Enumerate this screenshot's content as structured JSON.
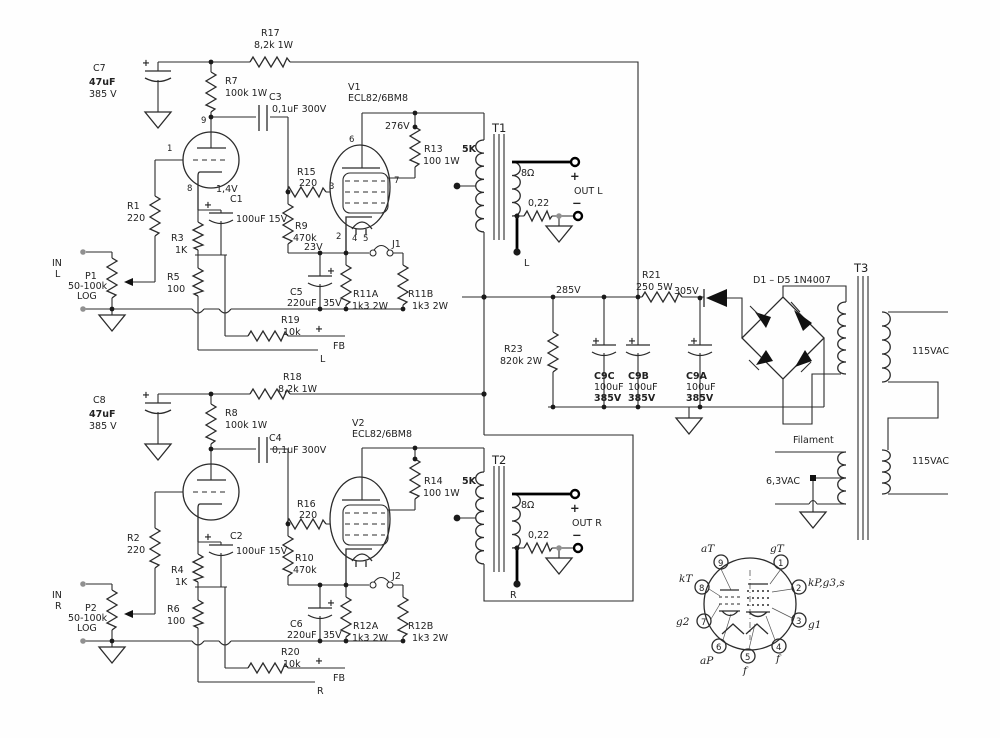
{
  "sym": {
    "plus": "+",
    "minus": "−"
  },
  "digits": {
    "d1": "1",
    "d2": "2",
    "d3": "3",
    "d4": "4",
    "d5": "5",
    "d6": "6",
    "d7": "7",
    "d8": "8",
    "d9": "9"
  },
  "upper": {
    "c7": "C7",
    "c7_val": "47uF",
    "c7_v": "385 V",
    "r7": "R7",
    "r7_val": "100k 1W",
    "r17": "R17",
    "r17_val": "8,2k 1W",
    "c3": "C3",
    "c3_val": "0,1uF 300V",
    "tube": "V1",
    "tube_type": "ECL82/6BM8",
    "anode_v": "276V",
    "bias_v": "1,4V",
    "cath_v": "23V",
    "r13": "R13",
    "r13_val": "100 1W",
    "c1": "C1",
    "c1_val": "100uF 15V",
    "r1": "R1",
    "r1_val": "220",
    "r3": "R3",
    "r3_val": "1K",
    "r5": "R5",
    "r5_val": "100",
    "in_label": "IN",
    "in_ch": "L",
    "pot": "P1",
    "pot_val": "50-100k",
    "pot_taper": "LOG",
    "r19": "R19",
    "r19_val": "10k",
    "fb": "FB",
    "fb_net": "L",
    "r9": "R9",
    "r9_val": "470k",
    "r15": "R15",
    "r15_val": "220",
    "j": "J1",
    "c5": "C5",
    "c5_val": "220uF",
    "c5_v": "35V",
    "r11a": "R11A",
    "r11a_val": "1k3 2W",
    "r11b": "R11B",
    "r11b_val": "1k3 2W",
    "t": "T1",
    "t_prim": "5K",
    "t_sec": "8Ω",
    "zobel": "0,22",
    "out": "OUT L",
    "out_net": "L"
  },
  "lower": {
    "c8": "C8",
    "c8_val": "47uF",
    "c8_v": "385 V",
    "r8": "R8",
    "r8_val": "100k 1W",
    "r18": "R18",
    "r18_val": "8,2k 1W",
    "c4": "C4",
    "c4_val": "0,1uF 300V",
    "tube": "V2",
    "tube_type": "ECL82/6BM8",
    "r14": "R14",
    "r14_val": "100 1W",
    "c2": "C2",
    "c2_val": "100uF 15V",
    "r2": "R2",
    "r2_val": "220",
    "r4": "R4",
    "r4_val": "1K",
    "r6": "R6",
    "r6_val": "100",
    "in_label": "IN",
    "in_ch": "R",
    "pot": "P2",
    "pot_val": "50-100k",
    "pot_taper": "LOG",
    "r20": "R20",
    "r20_val": "10k",
    "fb": "FB",
    "fb_net": "R",
    "r10": "R10",
    "r10_val": "470k",
    "r16": "R16",
    "r16_val": "220",
    "j": "J2",
    "c6": "C6",
    "c6_val": "220uF",
    "c6_v": "35V",
    "r12a": "R12A",
    "r12a_val": "1k3 2W",
    "r12b": "R12B",
    "r12b_val": "1k3 2W",
    "t": "T2",
    "t_prim": "5K",
    "t_sec": "8Ω",
    "zobel": "0,22",
    "out": "OUT R",
    "out_net": "R"
  },
  "psu": {
    "rail_v": "285V",
    "r23": "R23",
    "r23_val": "820k 2W",
    "r21": "R21",
    "r21_val": "250 5W",
    "post_v": "305V",
    "diodes": "D1 – D5 1N4007",
    "c9c": "C9C",
    "c9b": "C9B",
    "c9a": "C9A",
    "c9_val": "100uF",
    "c9_v": "385V"
  },
  "t3": {
    "name": "T3",
    "filament": "Filament",
    "filament_v": "6,3VAC",
    "secondary_v": "115VAC"
  },
  "pinout": {
    "aT": "aT",
    "gT": "gT",
    "kT": "kT",
    "kPg3s": "kP,g3,s",
    "g2": "g2",
    "g1": "g1",
    "aP": "aP",
    "f_left": "f",
    "f_bottom": "f"
  }
}
